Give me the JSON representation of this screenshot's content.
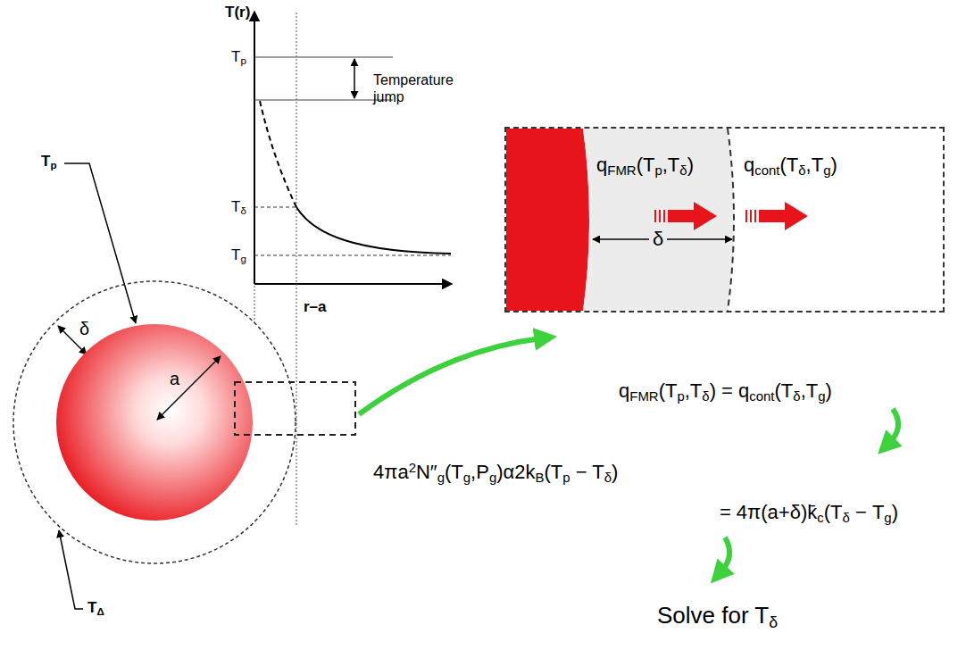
{
  "diagram": {
    "nodes": [
      {
        "text": [
          "a"
        ]
      },
      {
        "text": [
          "qFMR(Tp,Tδ)",
          "qcont(Tδ,Tg)",
          "δ"
        ]
      }
    ],
    "labels": [
      "T(r)",
      "Tp",
      "Temperature jump",
      "Tδ",
      "Tg",
      "r–a",
      "Tp",
      "δ",
      "TΔ",
      "qFMR(Tp,Tδ) = qcont(Tδ,Tg)",
      "4πa2N″g(Tg,Pg)α2kB(Tp − Tδ) = 4π(a+δ)k̄c(Tδ − Tg)",
      "Solve for Tδ"
    ]
  }
}
